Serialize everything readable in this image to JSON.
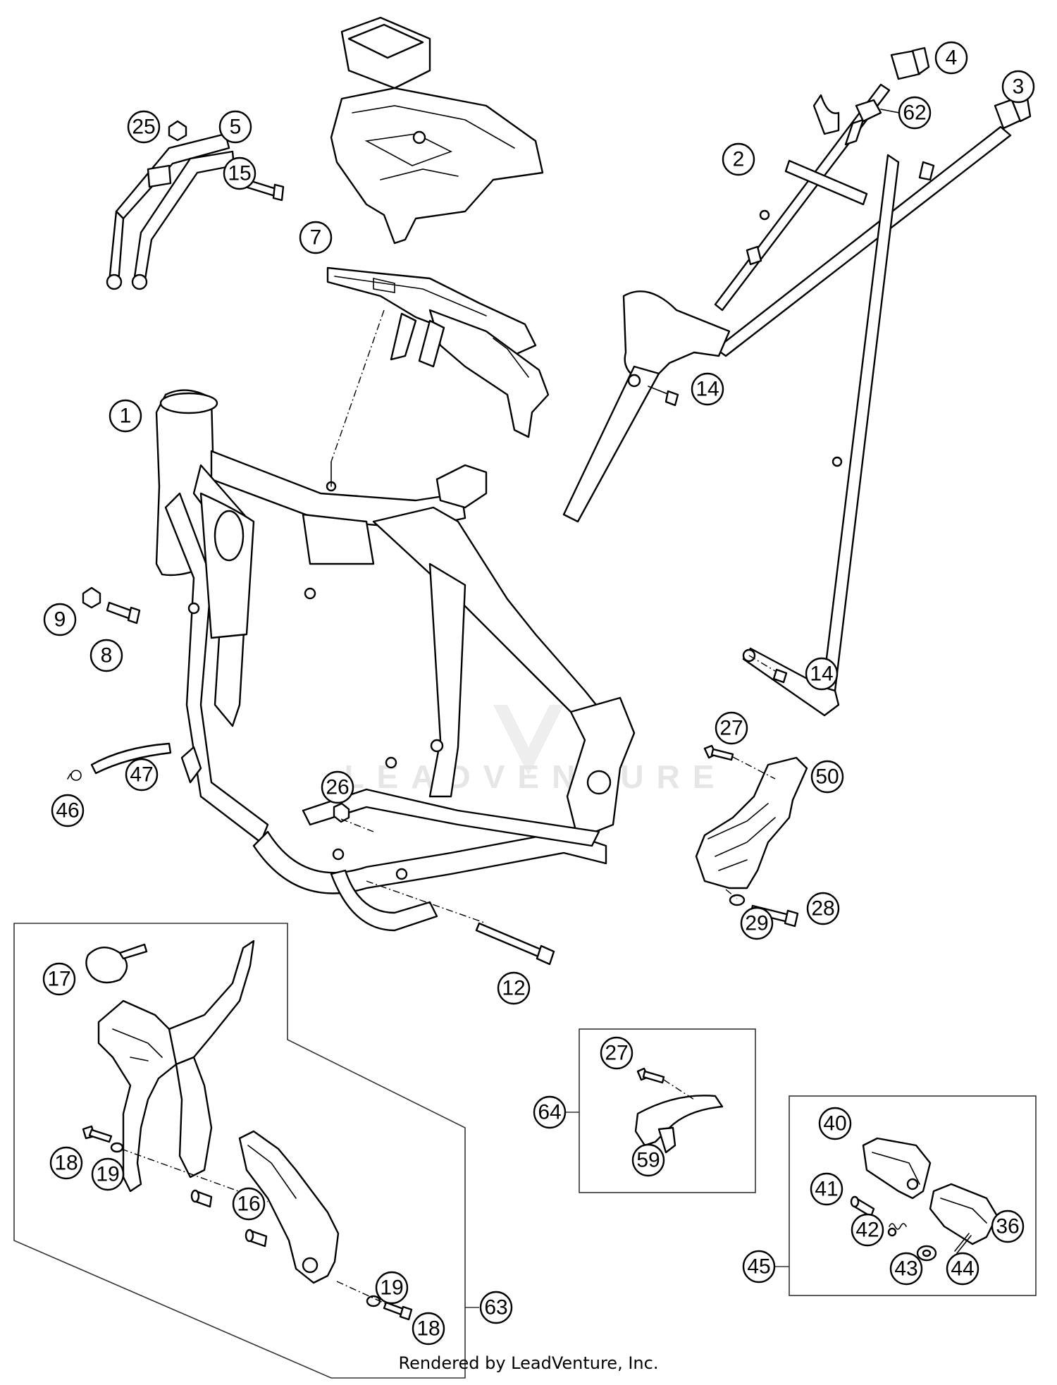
{
  "watermark": "LEADVENTURE",
  "credit": "Rendered by LeadVenture, Inc.",
  "callouts": {
    "c1": "1",
    "c2": "2",
    "c3": "3",
    "c4": "4",
    "c5": "5",
    "c7": "7",
    "c8": "8",
    "c9": "9",
    "c12": "12",
    "c14a": "14",
    "c14b": "14",
    "c15": "15",
    "c16": "16",
    "c17": "17",
    "c18a": "18",
    "c18b": "18",
    "c19a": "19",
    "c19b": "19",
    "c25": "25",
    "c26": "26",
    "c27a": "27",
    "c27b": "27",
    "c28": "28",
    "c29": "29",
    "c36": "36",
    "c40": "40",
    "c41": "41",
    "c42": "42",
    "c43": "43",
    "c44": "44",
    "c45": "45",
    "c46": "46",
    "c47": "47",
    "c50": "50",
    "c59": "59",
    "c62": "62",
    "c63": "63",
    "c64": "64"
  }
}
